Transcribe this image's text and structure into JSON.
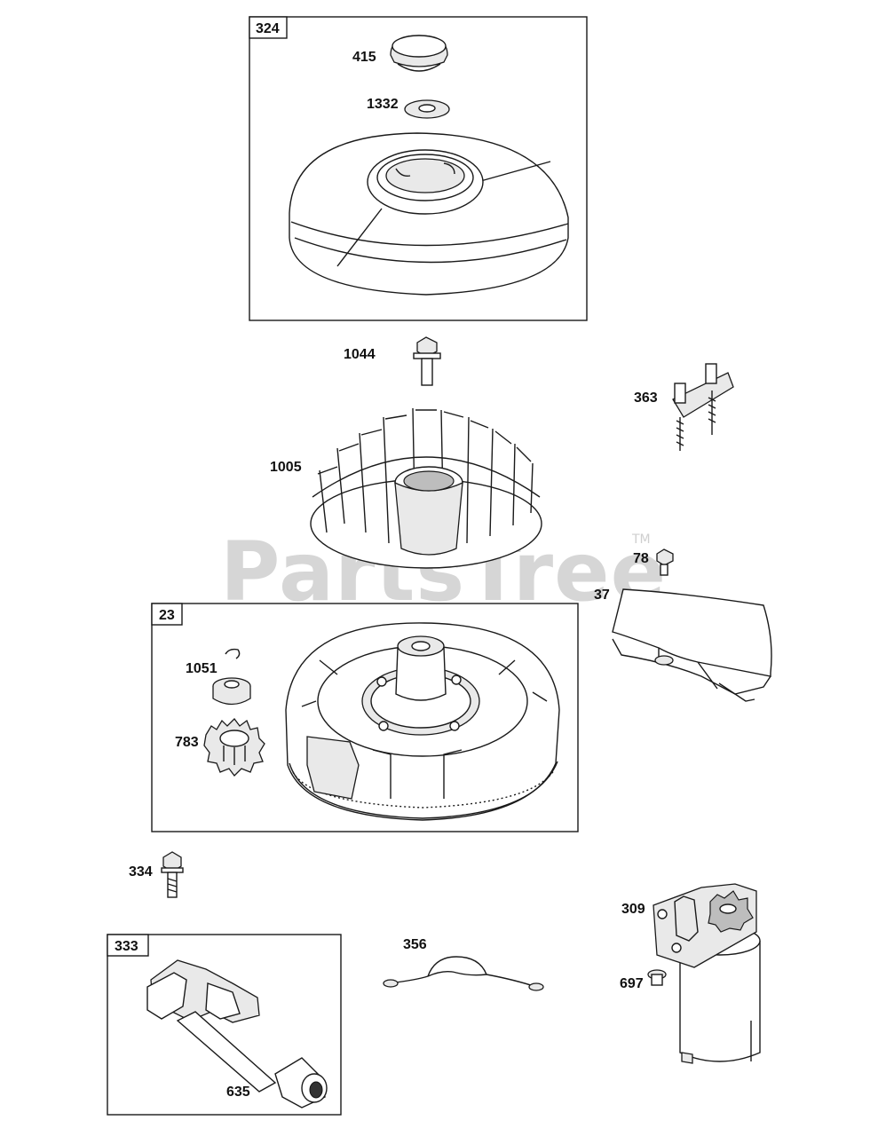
{
  "watermark": {
    "text": "PartsTree",
    "trademark": "TM"
  },
  "boxes": [
    {
      "id": "324"
    },
    {
      "id": "23"
    },
    {
      "id": "333"
    }
  ],
  "callouts": {
    "c415": "415",
    "c1332": "1332",
    "c1044": "1044",
    "c363": "363",
    "c1005": "1005",
    "c78": "78",
    "c37": "37",
    "c1051": "1051",
    "c783": "783",
    "c334": "334",
    "c309": "309",
    "c356": "356",
    "c697": "697",
    "c635": "635"
  }
}
